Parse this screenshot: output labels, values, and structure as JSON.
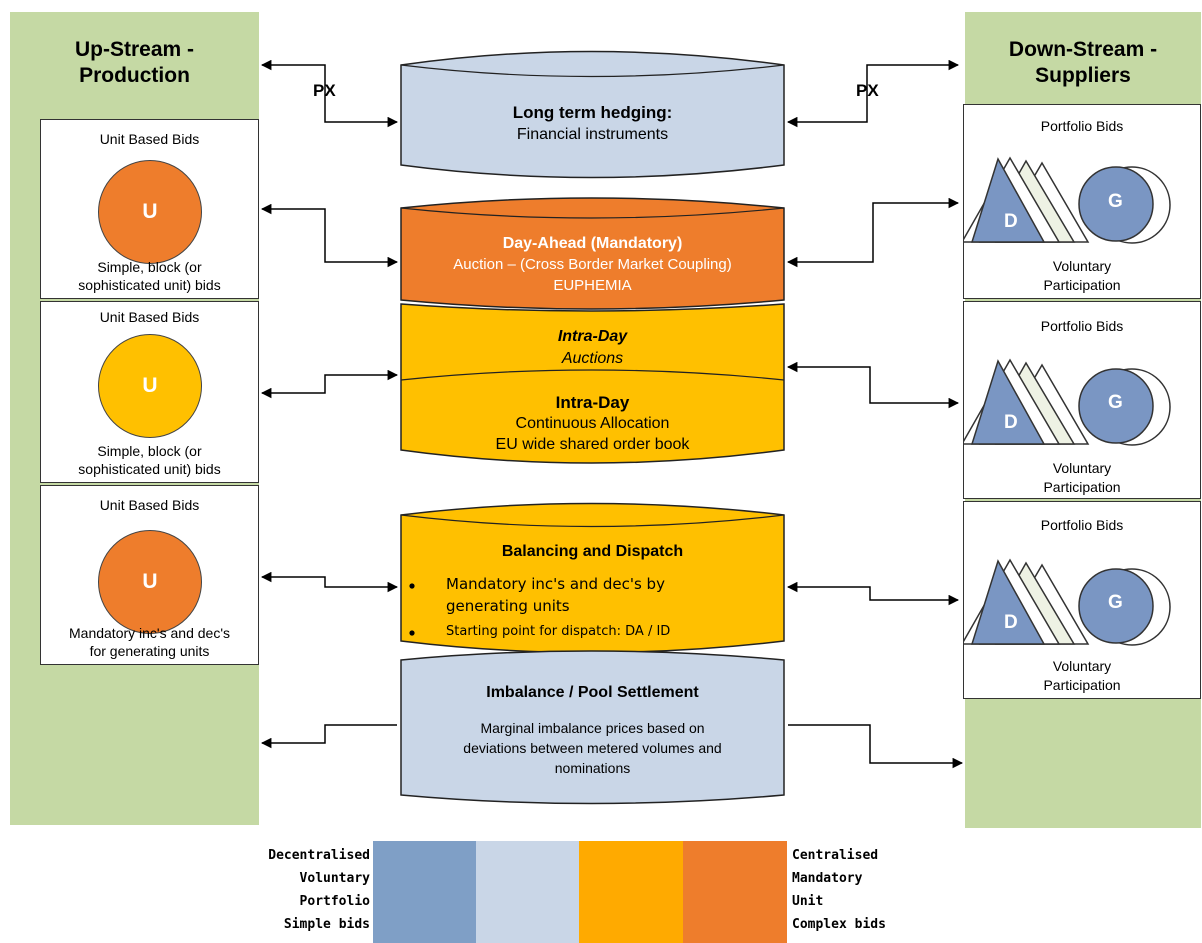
{
  "left_panel": {
    "title_line1": "Up-Stream -",
    "title_line2": "Production",
    "bg": "#c5d9a4"
  },
  "right_panel": {
    "title_line1": "Down-Stream -",
    "title_line2": "Suppliers",
    "bg": "#c5d9a4"
  },
  "px_label": "PX",
  "left_boxes": [
    {
      "title": "Unit Based Bids",
      "letter": "U",
      "color": "#ee7d2c",
      "footer": [
        "Simple, block (or",
        "sophisticated unit) bids"
      ]
    },
    {
      "title": "Unit Based Bids",
      "letter": "U",
      "color": "#ffc000",
      "footer": [
        "Simple, block (or",
        "sophisticated unit) bids"
      ]
    },
    {
      "title": "Unit Based Bids",
      "letter": "U",
      "color": "#ee7d2c",
      "footer": [
        "Mandatory inc's and dec's",
        "for generating units"
      ]
    }
  ],
  "right_boxes": [
    {
      "title": "Portfolio Bids",
      "d": "D",
      "g": "G",
      "footer": [
        "Voluntary",
        "Participation"
      ]
    },
    {
      "title": "Portfolio Bids",
      "d": "D",
      "g": "G",
      "footer": [
        "Voluntary",
        "Participation"
      ]
    },
    {
      "title": "Portfolio Bids",
      "d": "D",
      "g": "G",
      "footer": [
        "Voluntary",
        "Participation"
      ]
    }
  ],
  "stages": {
    "long_term": {
      "title": "Long term hedging:",
      "line": "Financial instruments",
      "color": "#c9d6e7"
    },
    "day_ahead": {
      "title": "Day-Ahead (Mandatory)",
      "line1": "Auction – (Cross Border Market Coupling)",
      "line2": "EUPHEMIA",
      "color": "#ee7d2c"
    },
    "intraday_auctions": {
      "title": "Intra-Day",
      "line": "Auctions",
      "color": "#ffc000"
    },
    "intraday_continuous": {
      "title": "Intra-Day",
      "line1": "Continuous Allocation",
      "line2": "EU wide shared order book",
      "color": "#ffc000"
    },
    "balancing": {
      "title": "Balancing and Dispatch",
      "bullet1a": "Mandatory inc's and dec's by",
      "bullet1b": "generating units",
      "bullet2": "Starting point for dispatch: DA / ID",
      "color": "#ffc000"
    },
    "imbalance": {
      "title": "Imbalance / Pool Settlement",
      "line1": "Marginal imbalance prices based on",
      "line2": "deviations between metered volumes and",
      "line3": "nominations",
      "color": "#c9d6e7"
    }
  },
  "legend": {
    "left": [
      "Decentralised",
      "Voluntary",
      "Portfolio",
      "Simple bids"
    ],
    "right": [
      "Centralised",
      "Mandatory",
      "Unit",
      "Complex bids"
    ],
    "swatches": [
      "#7f9fc6",
      "#c9d6e7",
      "#ffaa00",
      "#ee7d2c"
    ]
  },
  "colors": {
    "blue_shape": "#7a96c3",
    "arrow": "#000000",
    "cylinder_outline": "#222222"
  }
}
